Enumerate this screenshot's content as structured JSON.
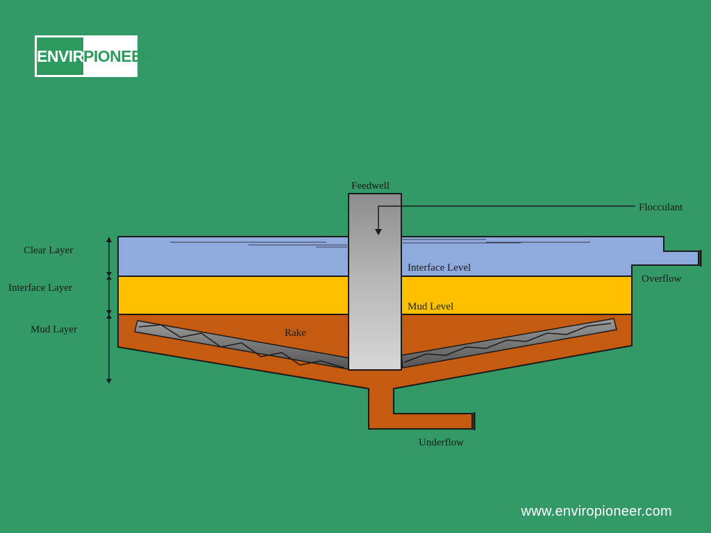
{
  "logo": {
    "part1": "ENVIRO",
    "part2": "PIONEER"
  },
  "labels": {
    "feedwell": "Feedwell",
    "flocculant": "Flocculant",
    "clear_layer": "Clear Layer",
    "interface_layer": "Interface Layer",
    "mud_layer": "Mud Layer",
    "interface_level": "Interface Level",
    "mud_level": "Mud Level",
    "rake": "Rake",
    "overflow": "Overflow",
    "underflow": "Underflow"
  },
  "website": "www.enviropioneer.com",
  "colors": {
    "background": "#339966",
    "clear_layer": "#8faadc",
    "interface_layer": "#ffc000",
    "mud_layer": "#c55a11",
    "feedwell": "#bfbfbf",
    "rake": "#7f7f7f"
  }
}
